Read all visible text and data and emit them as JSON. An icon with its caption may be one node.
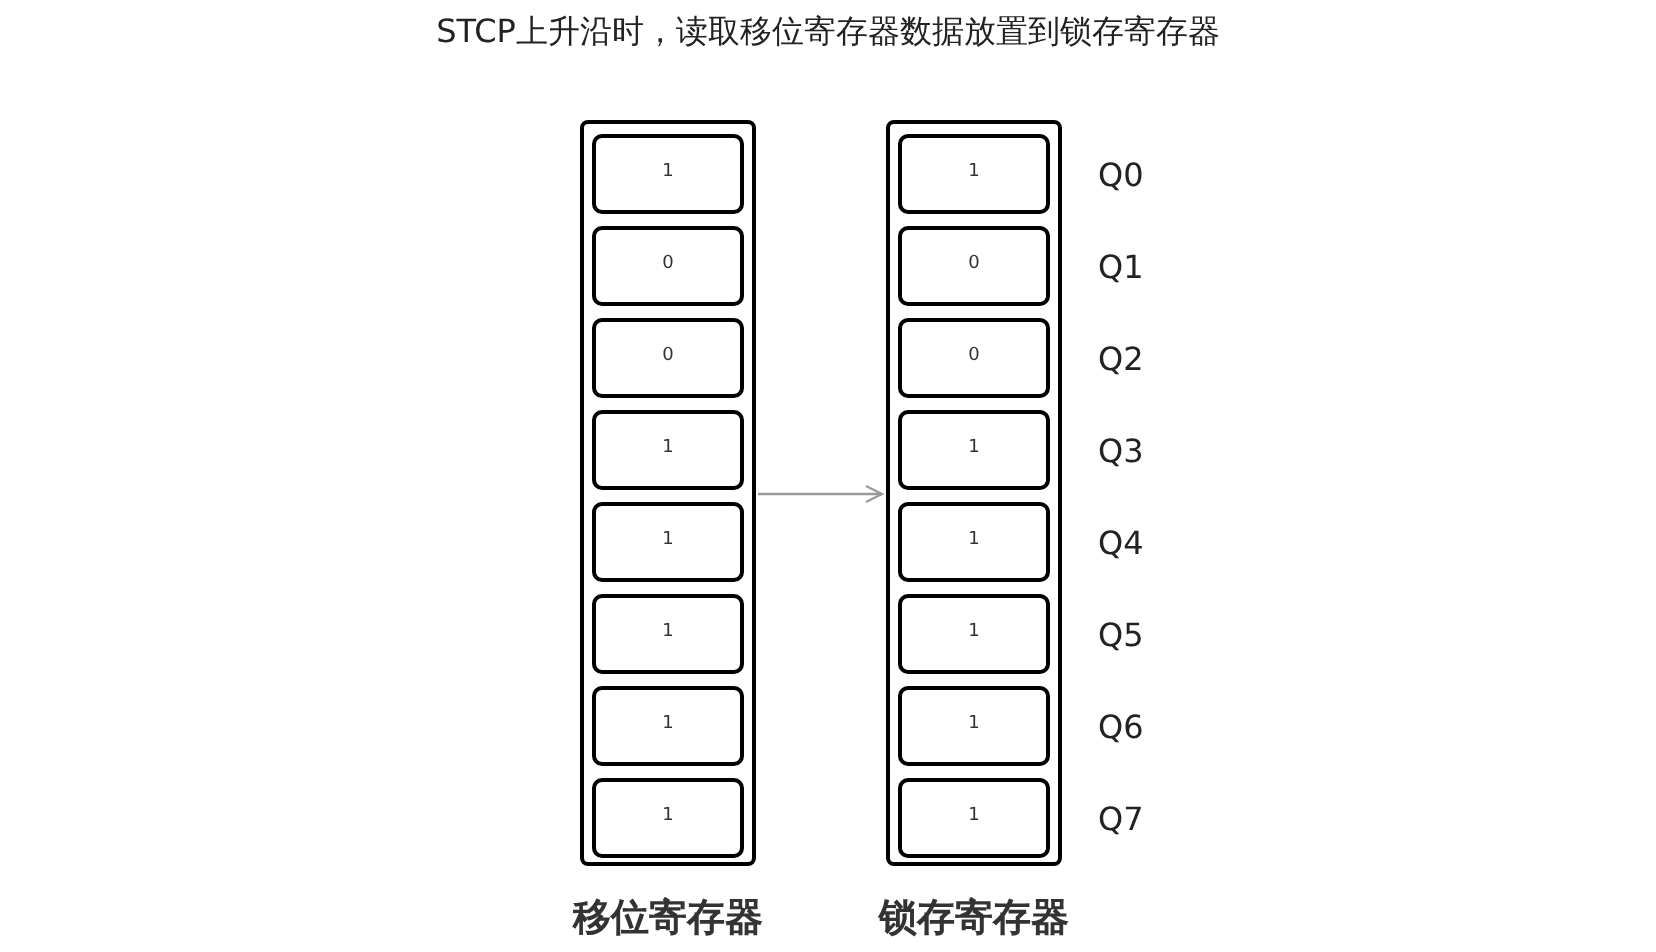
{
  "diagram": {
    "title": "STCP上升沿时，读取移位寄存器数据放置到锁存寄存器",
    "nodes": [
      {
        "text": [
          "移位寄存器"
        ]
      },
      {
        "text": [
          "1"
        ],
        "in": 0
      },
      {
        "text": [
          "0"
        ],
        "in": 0
      },
      {
        "text": [
          "0"
        ],
        "in": 0
      },
      {
        "text": [
          "1"
        ],
        "in": 0
      },
      {
        "text": [
          "1"
        ],
        "in": 0
      },
      {
        "text": [
          "1"
        ],
        "in": 0
      },
      {
        "text": [
          "1"
        ],
        "in": 0
      },
      {
        "text": [
          "1"
        ],
        "in": 0
      },
      {
        "text": [
          "锁存寄存器"
        ]
      },
      {
        "text": [
          "1"
        ],
        "in": 9,
        "beside": [
          "Q0"
        ]
      },
      {
        "text": [
          "0"
        ],
        "in": 9,
        "beside": [
          "Q1"
        ]
      },
      {
        "text": [
          "0"
        ],
        "in": 9,
        "beside": [
          "Q2"
        ]
      },
      {
        "text": [
          "1"
        ],
        "in": 9,
        "beside": [
          "Q3"
        ]
      },
      {
        "text": [
          "1"
        ],
        "in": 9,
        "beside": [
          "Q4"
        ]
      },
      {
        "text": [
          "1"
        ],
        "in": 9,
        "beside": [
          "Q5"
        ]
      },
      {
        "text": [
          "1"
        ],
        "in": 9,
        "beside": [
          "Q6"
        ]
      },
      {
        "text": [
          "1"
        ],
        "in": 9,
        "beside": [
          "Q7"
        ]
      }
    ],
    "edges": [
      {
        "from": 0,
        "to": 9,
        "arrow": "to"
      }
    ]
  }
}
